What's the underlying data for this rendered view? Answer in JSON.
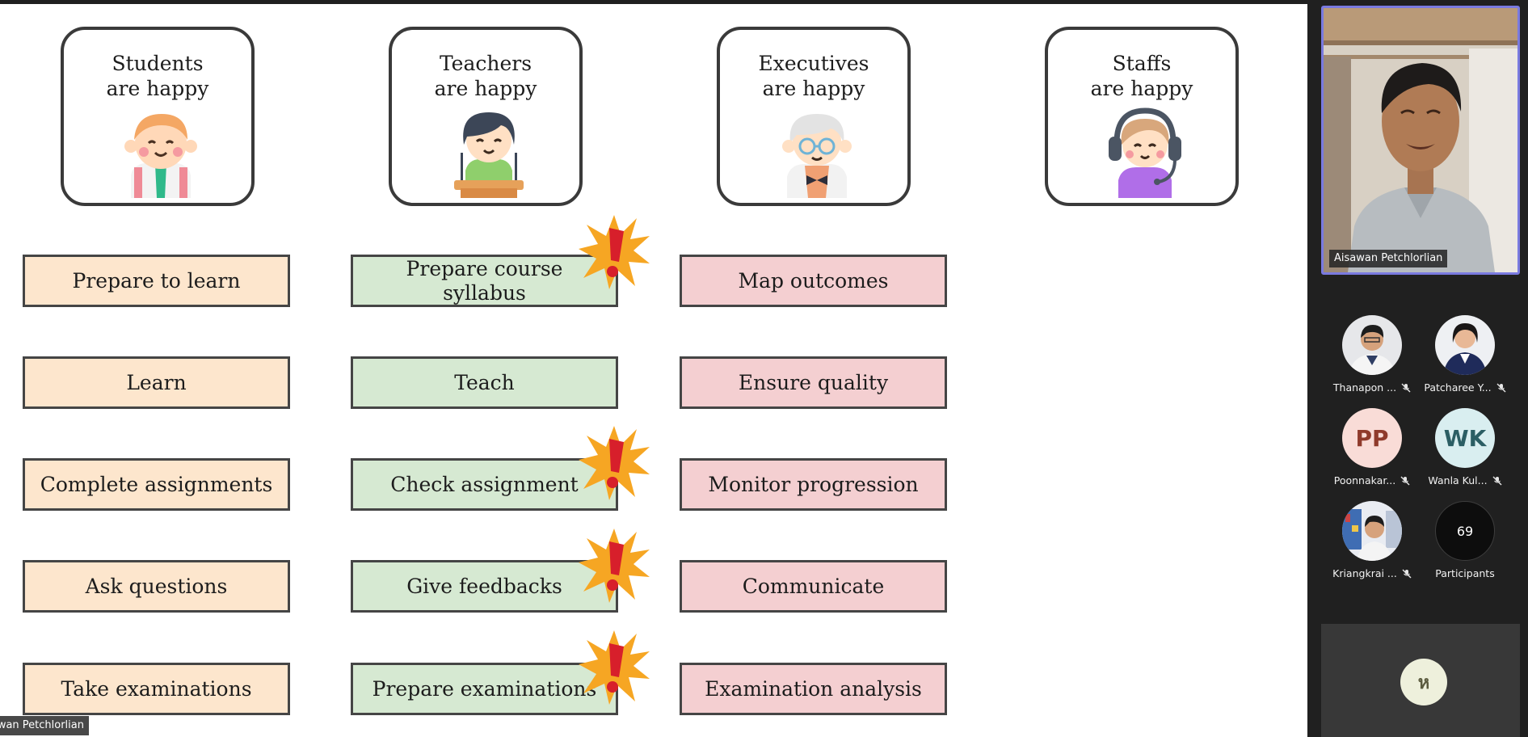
{
  "slide": {
    "personas": [
      {
        "title": "Students\nare happy",
        "icon": "student-avatar-icon"
      },
      {
        "title": "Teachers\nare happy",
        "icon": "teacher-avatar-icon"
      },
      {
        "title": "Executives\nare happy",
        "icon": "executive-avatar-icon"
      },
      {
        "title": "Staffs\nare happy",
        "icon": "staff-headset-avatar-icon"
      }
    ],
    "students": [
      "Prepare to learn",
      "Learn",
      "Complete assignments",
      "Ask questions",
      "Take examinations"
    ],
    "teachers": [
      "Prepare course syllabus",
      "Teach",
      "Check assignment",
      "Give feedbacks",
      "Prepare examinations"
    ],
    "executives": [
      "Map outcomes",
      "Ensure quality",
      "Monitor progression",
      "Communicate",
      "Examination analysis"
    ],
    "burst_icon": "exclamation-burst-icon",
    "burst_colors": {
      "outer": "#f6a623",
      "inner": "#d71f2b"
    },
    "row_colors": {
      "students": "#fde6cd",
      "teachers": "#d6e9d2",
      "executives": "#f4cfd1"
    },
    "presenter_tag": "Aisawan Petchlorlian"
  },
  "meeting": {
    "speaker": {
      "name": "Aisawan Petchlorlian"
    },
    "participants": [
      {
        "name": "Thanapon ...",
        "type": "photo",
        "muted": true
      },
      {
        "name": "Patcharee Y...",
        "type": "photo",
        "muted": true
      },
      {
        "name": "Poonnakar...",
        "type": "initials",
        "initials": "PP",
        "bg": "#f9dcd7",
        "fg": "#8f3a2b",
        "muted": true
      },
      {
        "name": "Wanla Kul...",
        "type": "initials",
        "initials": "WK",
        "bg": "#d9eef0",
        "fg": "#2b5e64",
        "muted": true
      },
      {
        "name": "Kriangkrai ...",
        "type": "photo",
        "muted": true
      },
      {
        "name": "Participants",
        "type": "count",
        "count": "69",
        "muted": false
      }
    ],
    "self": {
      "initials": "ห"
    },
    "accent": "#7a7ae0"
  }
}
